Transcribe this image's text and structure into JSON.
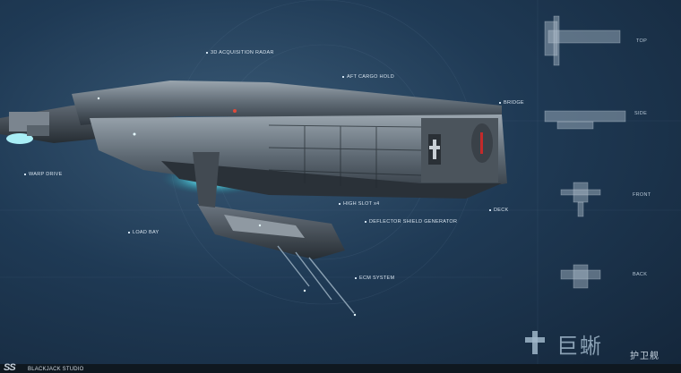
{
  "callouts": {
    "acquisition_radar": "3D ACQUISITION RADAR",
    "aft_cargo_hold": "AFT CARGO HOLD",
    "bridge": "BRIDGE",
    "warp_drive": "WARP DRIVE",
    "high_slot": "HIGH SLOT x4",
    "deflector_shield": "DEFLECTOR SHIELD GENERATOR",
    "deck": "DECK",
    "load_bay": "LOAD BAY",
    "ecm_system": "ECM SYSTEM"
  },
  "views": {
    "top": "TOP",
    "side": "SIDE",
    "front": "FRONT",
    "back": "BACK"
  },
  "branding": {
    "logo": "SS",
    "studio": "BLACKJACK STUDIO",
    "title_cn": "巨蜥",
    "subtitle_cn": "护卫舰"
  },
  "colors": {
    "background": "#1f3a55",
    "hull": "#6f7b86",
    "engine_glow": "#7fe8ff"
  }
}
